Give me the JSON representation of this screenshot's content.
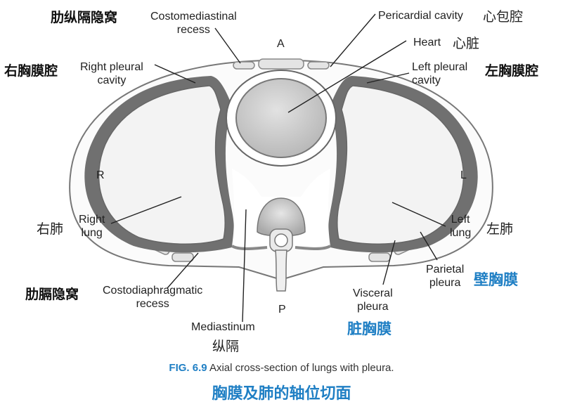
{
  "labels": {
    "costomediastinal_cn": "肋纵隔隐窝",
    "costomediastinal_en_1": "Costomediastinal",
    "costomediastinal_en_2": "recess",
    "pericardial_en": "Pericardial cavity",
    "pericardial_cn": "心包腔",
    "heart_en": "Heart",
    "heart_cn": "心脏",
    "right_pleural_cn": "右胸膜腔",
    "right_pleural_en_1": "Right pleural",
    "right_pleural_en_2": "cavity",
    "left_pleural_en_1": "Left pleural",
    "left_pleural_en_2": "cavity",
    "left_pleural_cn": "左胸膜腔",
    "dir_a": "A",
    "dir_r": "R",
    "dir_l": "L",
    "dir_p": "P",
    "right_lung_cn": "右肺",
    "right_lung_en_1": "Right",
    "right_lung_en_2": "lung",
    "left_lung_en_1": "Left",
    "left_lung_en_2": "lung",
    "left_lung_cn": "左肺",
    "costodiaphragmatic_cn": "肋膈隐窝",
    "costodiaphragmatic_en_1": "Costodiaphragmatic",
    "costodiaphragmatic_en_2": "recess",
    "visceral_en_1": "Visceral",
    "visceral_en_2": "pleura",
    "visceral_cn": "脏胸膜",
    "parietal_en_1": "Parietal",
    "parietal_en_2": "pleura",
    "parietal_cn": "壁胸膜",
    "mediastinum_en": "Mediastinum",
    "mediastinum_cn": "纵隔"
  },
  "caption": {
    "fig": "FIG. 6.9",
    "text": "Axial cross-section of lungs with pleura.",
    "cn": "胸膜及肺的轴位切面"
  },
  "colors": {
    "accent_blue": "#1f7fc4",
    "pleura_gray": "#6e6e6e",
    "lung_fill": "#f2f2f2",
    "heart_fill": "#d0d0d0"
  }
}
